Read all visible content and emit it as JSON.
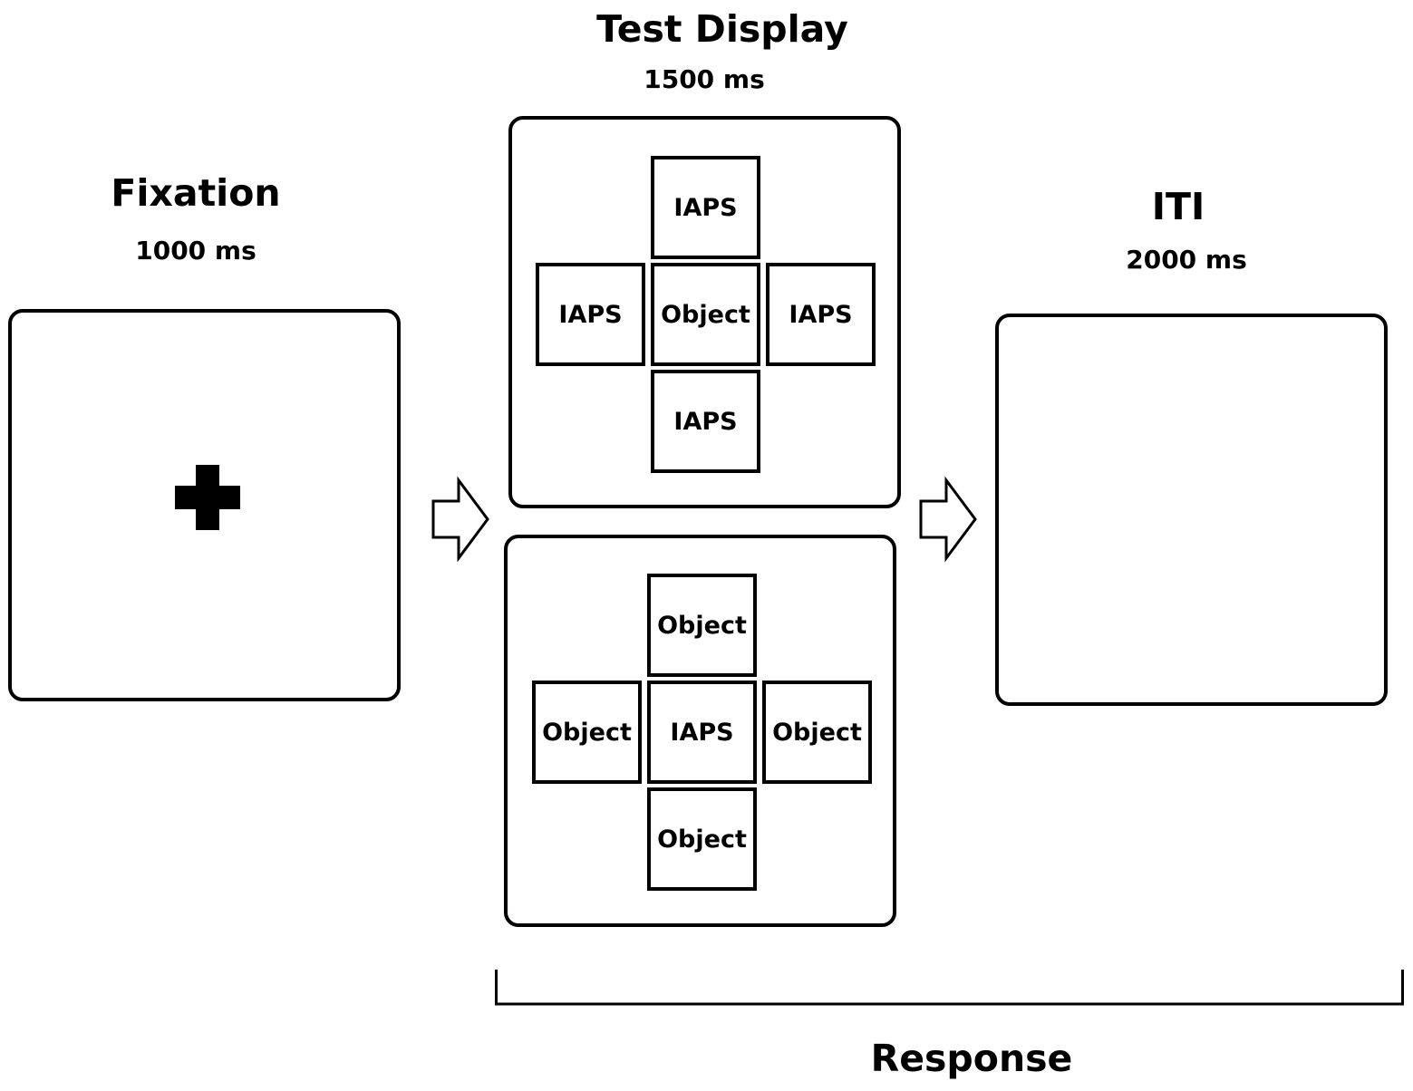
{
  "fixation": {
    "label": "Fixation",
    "duration": "1000 ms"
  },
  "test_display": {
    "label": "Test Display",
    "duration": "1500 ms",
    "display_a": {
      "top": "IAPS",
      "left": "IAPS",
      "center": "Object",
      "right": "IAPS",
      "bottom": "IAPS"
    },
    "display_b": {
      "top": "Object",
      "left": "Object",
      "center": "IAPS",
      "right": "Object",
      "bottom": "Object"
    }
  },
  "iti": {
    "label": "ITI",
    "duration": "2000 ms"
  },
  "response": {
    "label": "Response"
  },
  "icons": {
    "fixation_mark": "fixation-cross-icon",
    "arrow": "right-arrow-icon"
  }
}
